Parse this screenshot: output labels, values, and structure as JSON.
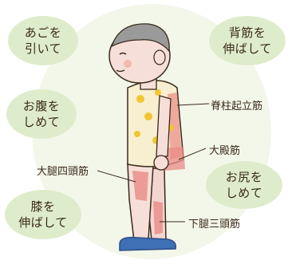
{
  "tips": {
    "chin": "あごを\n引いて",
    "back": "背筋を\n伸ばして",
    "belly": "お腹を\nしめて",
    "hips": "お尻を\nしめて",
    "knees": "膝を\n伸ばして"
  },
  "muscles": {
    "erector": "脊柱起立筋",
    "gluteus": "大殿筋",
    "quadriceps": "大腿四頭筋",
    "triceps_surae": "下腿三頭筋"
  },
  "colors": {
    "bubble": "#dfeccb",
    "background_glow": "#f3f7ea",
    "shirt": "#f7efd0",
    "shirt_dots": "#f2c531",
    "muscle_highlight": "#e98b86",
    "shoes": "#3f6fb5",
    "hair": "#9a9a9a"
  }
}
